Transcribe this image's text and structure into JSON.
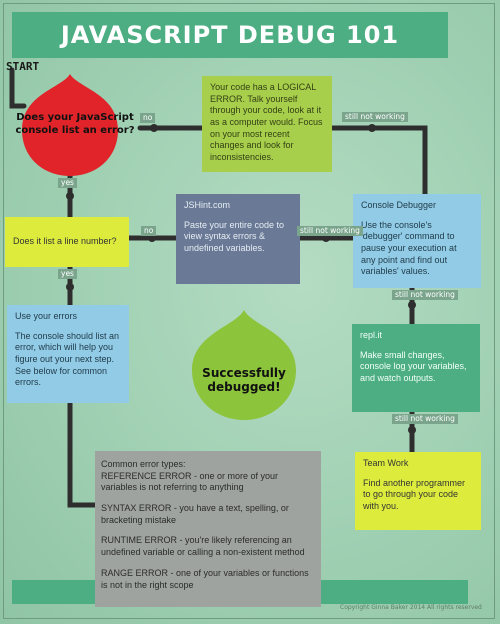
{
  "title": "JAVASCRIPT DEBUG 101",
  "start_label": "START",
  "nodes": {
    "console_error_question": "Does your JavaScript console list an error?",
    "logical_error": "Your code has a LOGICAL ERROR. Talk yourself through your code, look at it as a computer would.  Focus on your most recent changes and look for inconsistencies.",
    "jshint_title": "JSHint.com",
    "jshint_body": "Paste your entire code to view syntax errors & undefined variables.",
    "line_number_question": "Does it list a line number?",
    "console_debugger_title": "Console Debugger",
    "console_debugger_body": "Use the console's 'debugger' command to pause your execution at any point and find out variables' values.",
    "use_errors_title": "Use your errors",
    "use_errors_body": "The console should list an error, which will help you figure out your next step. See below for common errors.",
    "success": "Successfully debugged!",
    "repl_title": "repl.it",
    "repl_body": "Make small changes, console log your variables, and watch outputs.",
    "team_title": "Team Work",
    "team_body": "Find another programmer to go through your code with you.",
    "common_title": "Common error types:",
    "common_reference": "REFERENCE ERROR - one or more of your  variables is not referring to anything",
    "common_syntax": "SYNTAX ERROR - you have a text, spelling, or bracketing mistake",
    "common_runtime": "RUNTIME ERROR - you're likely referencing an undefined variable or calling a non-existent method",
    "common_range": "RANGE ERROR - one of your variables or functions is not in the right scope"
  },
  "edge_labels": {
    "no_1": "no",
    "yes_1": "yes",
    "still_not_working_1": "still not working",
    "no_2": "no",
    "yes_2": "yes",
    "still_not_working_2": "still not working",
    "still_not_working_3": "still not working",
    "still_not_working_4": "still not working"
  },
  "copyright": "Copyright Ginna Baker 2014  All rights reserved",
  "colors": {
    "background": "#a3d2b5",
    "banner": "#4cae82",
    "red_drop": "#e0242a",
    "green_drop": "#8cc43c",
    "line": "#2e2e2e"
  }
}
